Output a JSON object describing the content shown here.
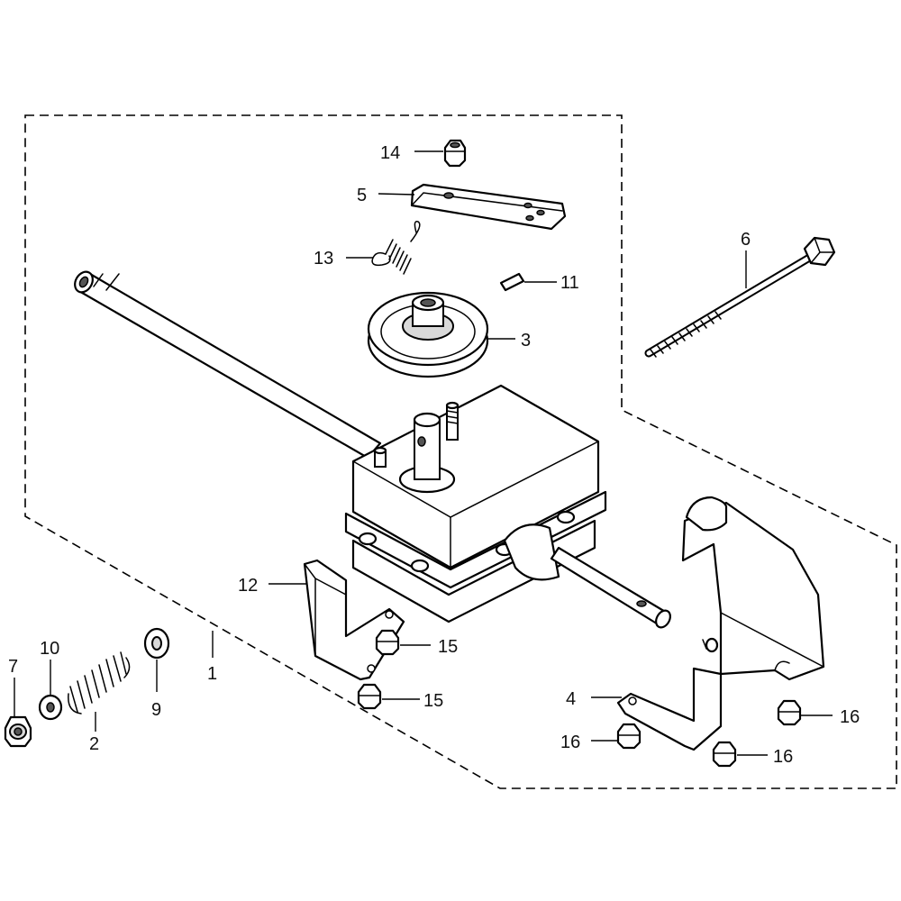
{
  "diagram": {
    "callouts": {
      "c1": "1",
      "c2": "2",
      "c3": "3",
      "c4": "4",
      "c5": "5",
      "c6": "6",
      "c7": "7",
      "c9": "9",
      "c10": "10",
      "c11": "11",
      "c12": "12",
      "c13": "13",
      "c14": "14",
      "c15a": "15",
      "c15b": "15",
      "c16a": "16",
      "c16b": "16",
      "c16c": "16"
    }
  }
}
